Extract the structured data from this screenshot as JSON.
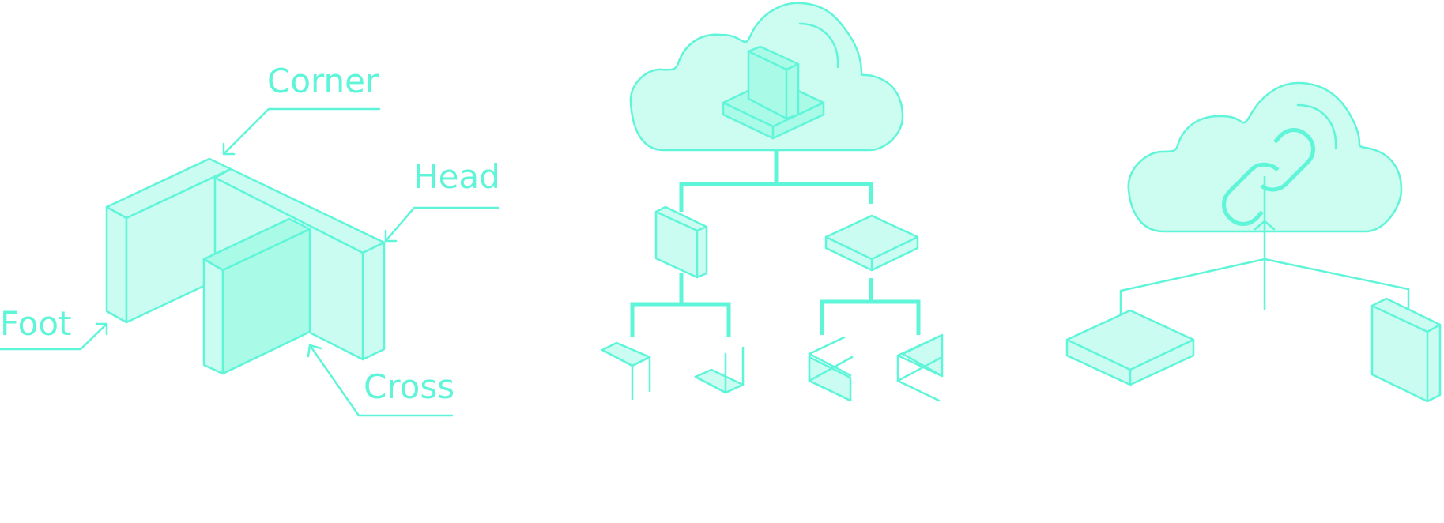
{
  "labels": {
    "corner": "Corner",
    "head": "Head",
    "foot": "Foot",
    "cross": "Cross"
  },
  "colors": {
    "accent": "#5ff5d8",
    "fill_light": "#cbfcf1",
    "fill_mid": "#a9fbe7",
    "background": "#ffffff"
  },
  "icons": [
    "cloud-icon",
    "link-icon",
    "cube-icon"
  ]
}
